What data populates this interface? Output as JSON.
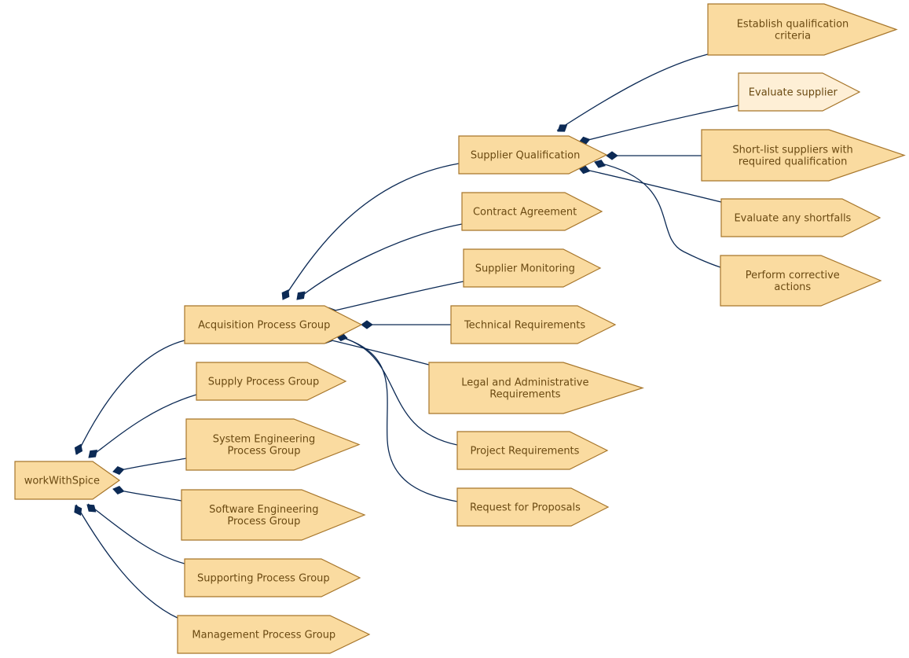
{
  "colors": {
    "node_fill": "#fadba0",
    "node_fill_light": "#feefd6",
    "node_stroke": "#a7762b",
    "label_text": "#6b4a12",
    "edge": "#0c2a55"
  },
  "nodes": [
    {
      "id": "work",
      "lines": [
        "workWithSpice"
      ]
    },
    {
      "id": "acq",
      "lines": [
        "Acquisition Process Group"
      ]
    },
    {
      "id": "supply",
      "lines": [
        "Supply Process Group"
      ]
    },
    {
      "id": "syseng",
      "lines": [
        "System Engineering",
        "Process Group"
      ]
    },
    {
      "id": "sweng",
      "lines": [
        "Software Engineering",
        "Process Group"
      ]
    },
    {
      "id": "support",
      "lines": [
        "Supporting Process Group"
      ]
    },
    {
      "id": "mgmt",
      "lines": [
        "Management Process Group"
      ]
    },
    {
      "id": "supqual",
      "lines": [
        "Supplier Qualification"
      ]
    },
    {
      "id": "contract",
      "lines": [
        "Contract Agreement"
      ]
    },
    {
      "id": "supmon",
      "lines": [
        "Supplier Monitoring"
      ]
    },
    {
      "id": "techreq",
      "lines": [
        "Technical Requirements"
      ]
    },
    {
      "id": "legal",
      "lines": [
        "Legal and Administrative",
        "Requirements"
      ]
    },
    {
      "id": "projreq",
      "lines": [
        "Project Requirements"
      ]
    },
    {
      "id": "rfp",
      "lines": [
        "Request for Proposals"
      ]
    },
    {
      "id": "establish",
      "lines": [
        "Establish qualification",
        "criteria"
      ]
    },
    {
      "id": "evalsup",
      "lines": [
        "Evaluate supplier"
      ],
      "light": true
    },
    {
      "id": "shortlist",
      "lines": [
        "Short-list suppliers with",
        "required qualification"
      ]
    },
    {
      "id": "evalshort",
      "lines": [
        "Evaluate any shortfalls"
      ]
    },
    {
      "id": "corrective",
      "lines": [
        "Perform corrective",
        "actions"
      ]
    }
  ],
  "edges": [
    {
      "from": "work",
      "to": "acq"
    },
    {
      "from": "work",
      "to": "supply"
    },
    {
      "from": "work",
      "to": "syseng"
    },
    {
      "from": "work",
      "to": "sweng"
    },
    {
      "from": "work",
      "to": "support"
    },
    {
      "from": "work",
      "to": "mgmt"
    },
    {
      "from": "acq",
      "to": "supqual"
    },
    {
      "from": "acq",
      "to": "contract"
    },
    {
      "from": "acq",
      "to": "supmon"
    },
    {
      "from": "acq",
      "to": "techreq"
    },
    {
      "from": "acq",
      "to": "legal"
    },
    {
      "from": "acq",
      "to": "projreq"
    },
    {
      "from": "acq",
      "to": "rfp"
    },
    {
      "from": "supqual",
      "to": "establish"
    },
    {
      "from": "supqual",
      "to": "evalsup"
    },
    {
      "from": "supqual",
      "to": "shortlist"
    },
    {
      "from": "supqual",
      "to": "evalshort"
    },
    {
      "from": "supqual",
      "to": "corrective"
    }
  ]
}
